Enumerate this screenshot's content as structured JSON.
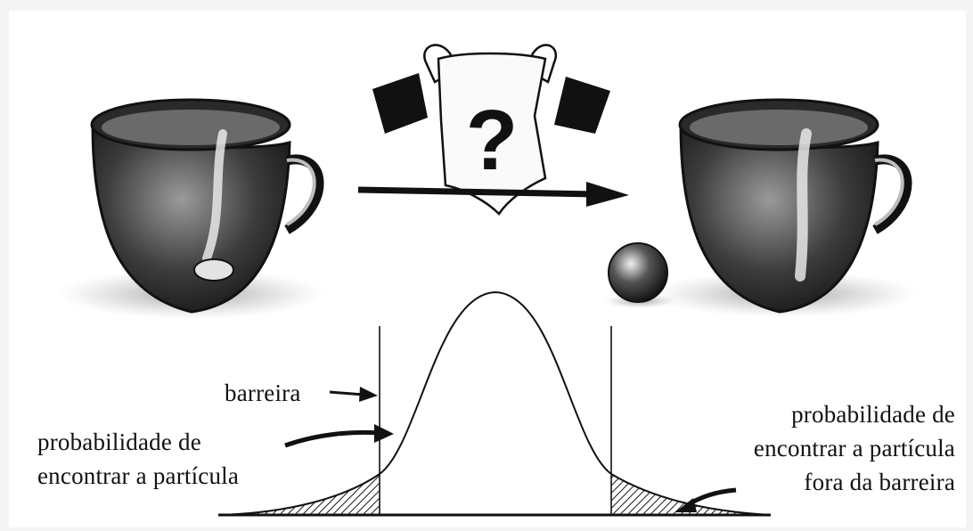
{
  "labels": {
    "barrier": "barreira",
    "left_prob_line1": "probabilidade de",
    "left_prob_line2": "encontrar a partícula",
    "right_prob_line1": "probabilidade de",
    "right_prob_line2": "encontrar a partícula",
    "right_prob_line3": "fora da barreira"
  },
  "illustration": {
    "icons": [
      "left-cup-with-ball-icon",
      "hands-holding-cloth-icon",
      "question-mark-icon",
      "right-cup-icon",
      "ball-icon"
    ],
    "question_mark": "?"
  },
  "colors": {
    "ink": "#111111",
    "paper": "#ffffff"
  }
}
